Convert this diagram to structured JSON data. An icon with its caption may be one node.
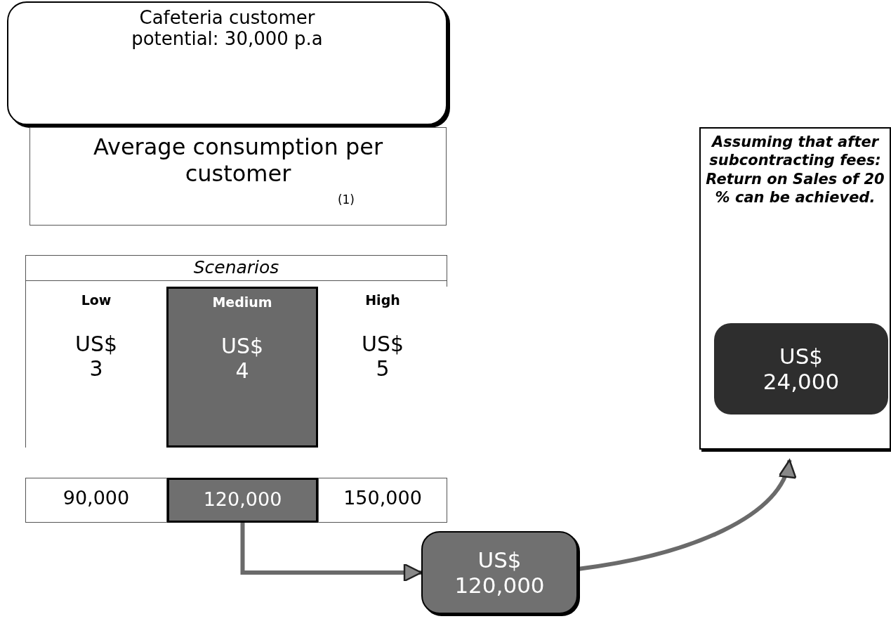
{
  "diagram": {
    "nodes": [
      {
        "text": [
          "Cafeteria customer potential: 30,000 p.a"
        ]
      },
      {
        "text": [
          "Average consumption per customer",
          "(1)"
        ]
      },
      {
        "text": [
          "Scenarios"
        ]
      },
      {
        "text": [
          "Low",
          "US$ 3"
        ],
        "in": 2
      },
      {
        "text": [
          "Medium",
          "US$ 4"
        ],
        "in": 2
      },
      {
        "text": [
          "High",
          "US$ 5"
        ],
        "in": 2
      },
      {
        "text": [
          "90,000"
        ]
      },
      {
        "text": [
          "120,000"
        ]
      },
      {
        "text": [
          "150,000"
        ]
      },
      {
        "text": [
          "US$ 120,000"
        ]
      },
      {
        "text": [
          "Assuming that after subcontracting fees: Return on Sales of 20 % can be achieved."
        ]
      },
      {
        "text": [
          "US$ 24,000"
        ],
        "in": 10
      }
    ],
    "edges": [
      {
        "from": 7,
        "to": 9,
        "arrow": "to"
      },
      {
        "from": 9,
        "to": 10,
        "arrow": "to"
      }
    ]
  }
}
